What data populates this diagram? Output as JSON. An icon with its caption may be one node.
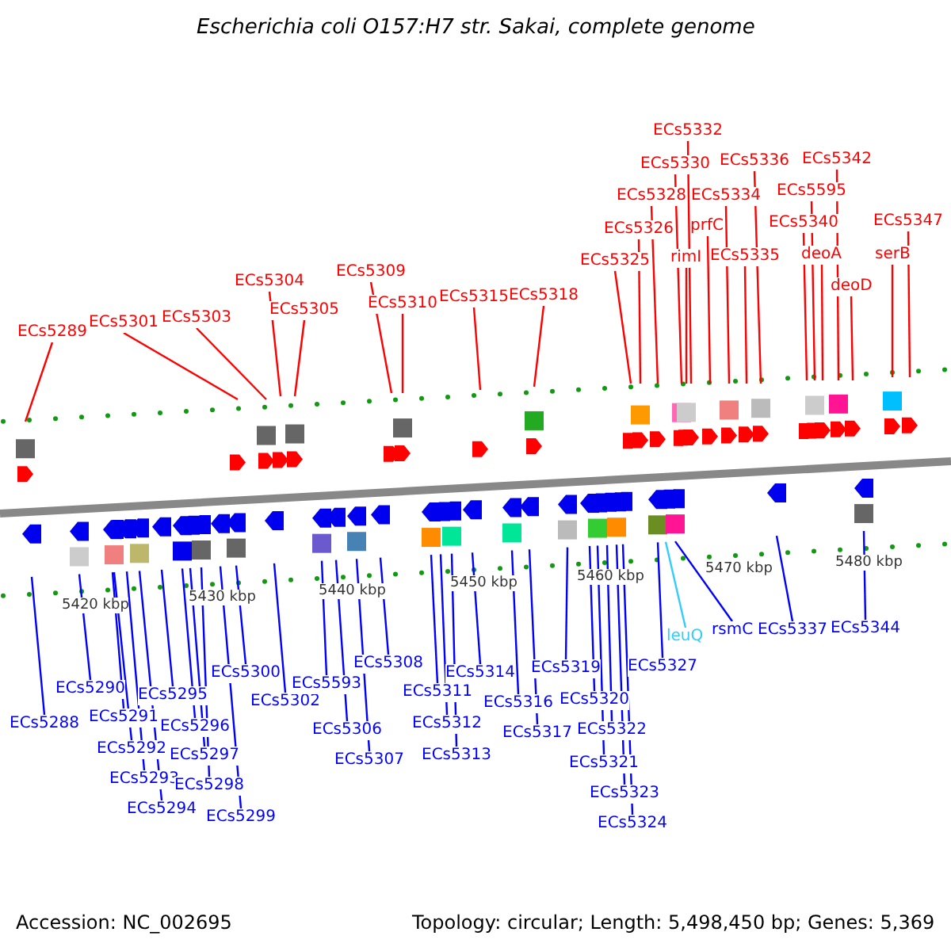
{
  "diagram": {
    "title": "Escherichia coli O157:H7 str. Sakai, complete genome",
    "nodes": [
      {
        "text": [
          "ECs5289"
        ]
      },
      {
        "text": [
          "ECs5301"
        ]
      },
      {
        "text": [
          "ECs5303"
        ]
      },
      {
        "text": [
          "ECs5304"
        ]
      },
      {
        "text": [
          "ECs5305"
        ]
      },
      {
        "text": [
          "ECs5309"
        ]
      },
      {
        "text": [
          "ECs5310"
        ]
      },
      {
        "text": [
          "ECs5315"
        ]
      },
      {
        "text": [
          "ECs5318"
        ]
      },
      {
        "text": [
          "ECs5325"
        ]
      },
      {
        "text": [
          "ECs5326"
        ]
      },
      {
        "text": [
          "ECs5328"
        ]
      },
      {
        "text": [
          "ECs5330"
        ]
      },
      {
        "text": [
          "ECs5332"
        ]
      },
      {
        "text": [
          "rimI"
        ]
      },
      {
        "text": [
          "prfC"
        ]
      },
      {
        "text": [
          "ECs5334"
        ]
      },
      {
        "text": [
          "ECs5335"
        ]
      },
      {
        "text": [
          "ECs5336"
        ]
      },
      {
        "text": [
          "ECs5340"
        ]
      },
      {
        "text": [
          "ECs5595"
        ]
      },
      {
        "text": [
          "deoA"
        ]
      },
      {
        "text": [
          "ECs5342"
        ]
      },
      {
        "text": [
          "deoD"
        ]
      },
      {
        "text": [
          "serB"
        ]
      },
      {
        "text": [
          "ECs5347"
        ]
      },
      {
        "text": [
          "ECs5288"
        ]
      },
      {
        "text": [
          "ECs5290"
        ]
      },
      {
        "text": [
          "ECs5291"
        ]
      },
      {
        "text": [
          "ECs5292"
        ]
      },
      {
        "text": [
          "ECs5293"
        ]
      },
      {
        "text": [
          "ECs5294"
        ]
      },
      {
        "text": [
          "ECs5295"
        ]
      },
      {
        "text": [
          "ECs5296"
        ]
      },
      {
        "text": [
          "ECs5297"
        ]
      },
      {
        "text": [
          "ECs5298"
        ]
      },
      {
        "text": [
          "ECs5299"
        ]
      },
      {
        "text": [
          "ECs5300"
        ]
      },
      {
        "text": [
          "ECs5302"
        ]
      },
      {
        "text": [
          "ECs5593"
        ]
      },
      {
        "text": [
          "ECs5306"
        ]
      },
      {
        "text": [
          "ECs5307"
        ]
      },
      {
        "text": [
          "ECs5308"
        ]
      },
      {
        "text": [
          "ECs5311"
        ]
      },
      {
        "text": [
          "ECs5312"
        ]
      },
      {
        "text": [
          "ECs5313"
        ]
      },
      {
        "text": [
          "ECs5314"
        ]
      },
      {
        "text": [
          "ECs5316"
        ]
      },
      {
        "text": [
          "ECs5317"
        ]
      },
      {
        "text": [
          "ECs5319"
        ]
      },
      {
        "text": [
          "ECs5320"
        ]
      },
      {
        "text": [
          "ECs5321"
        ]
      },
      {
        "text": [
          "ECs5322"
        ]
      },
      {
        "text": [
          "ECs5323"
        ]
      },
      {
        "text": [
          "ECs5324"
        ]
      },
      {
        "text": [
          "ECs5327"
        ]
      },
      {
        "text": [
          "leuQ"
        ]
      },
      {
        "text": [
          "rsmC"
        ]
      },
      {
        "text": [
          "ECs5337"
        ]
      },
      {
        "text": [
          "ECs5344"
        ]
      }
    ],
    "edges": [
      {
        "from": 0,
        "to": null,
        "arrow": "none",
        "color": "#ff0000"
      },
      {
        "from": 1,
        "to": null,
        "arrow": "none",
        "color": "#ff0000"
      },
      {
        "from": 2,
        "to": null,
        "arrow": "none",
        "color": "#ff0000"
      },
      {
        "from": 3,
        "to": null,
        "arrow": "none",
        "color": "#ff0000"
      },
      {
        "from": 4,
        "to": null,
        "arrow": "none",
        "color": "#ff0000"
      },
      {
        "from": 5,
        "to": null,
        "arrow": "none",
        "color": "#ff0000"
      },
      {
        "from": 6,
        "to": null,
        "arrow": "none",
        "color": "#ff0000"
      },
      {
        "from": 7,
        "to": null,
        "arrow": "none",
        "color": "#ff0000"
      },
      {
        "from": 8,
        "to": null,
        "arrow": "none",
        "color": "#ff0000"
      },
      {
        "from": 9,
        "to": null,
        "arrow": "none",
        "color": "#ff0000"
      },
      {
        "from": 10,
        "to": null,
        "arrow": "none",
        "color": "#ff0000"
      },
      {
        "from": 11,
        "to": null,
        "arrow": "none",
        "color": "#ff0000"
      },
      {
        "from": 12,
        "to": null,
        "arrow": "none",
        "color": "#ff0000"
      },
      {
        "from": 13,
        "to": null,
        "arrow": "none",
        "color": "#ff0000"
      },
      {
        "from": 14,
        "to": null,
        "arrow": "none",
        "color": "#ff0000"
      },
      {
        "from": 15,
        "to": null,
        "arrow": "none",
        "color": "#ff0000"
      },
      {
        "from": 16,
        "to": null,
        "arrow": "none",
        "color": "#ff0000"
      },
      {
        "from": 17,
        "to": null,
        "arrow": "none",
        "color": "#ff0000"
      },
      {
        "from": 18,
        "to": null,
        "arrow": "none",
        "color": "#ff0000"
      },
      {
        "from": 19,
        "to": null,
        "arrow": "none",
        "color": "#ff0000"
      },
      {
        "from": 20,
        "to": null,
        "arrow": "none",
        "color": "#ff0000"
      },
      {
        "from": 21,
        "to": null,
        "arrow": "none",
        "color": "#ff0000"
      },
      {
        "from": 22,
        "to": null,
        "arrow": "none",
        "color": "#ff0000"
      },
      {
        "from": 23,
        "to": null,
        "arrow": "none",
        "color": "#ff0000"
      },
      {
        "from": 24,
        "to": null,
        "arrow": "none",
        "color": "#ff0000"
      },
      {
        "from": 25,
        "to": null,
        "arrow": "none",
        "color": "#ff0000"
      },
      {
        "from": 26,
        "to": null,
        "arrow": "none"
      },
      {
        "from": 27,
        "to": null,
        "arrow": "none"
      },
      {
        "from": 28,
        "to": null,
        "arrow": "none"
      },
      {
        "from": 29,
        "to": null,
        "arrow": "none"
      },
      {
        "from": 30,
        "to": null,
        "arrow": "none"
      },
      {
        "from": 31,
        "to": null,
        "arrow": "none"
      },
      {
        "from": 32,
        "to": null,
        "arrow": "none"
      },
      {
        "from": 33,
        "to": null,
        "arrow": "none"
      },
      {
        "from": 34,
        "to": null,
        "arrow": "none"
      },
      {
        "from": 35,
        "to": null,
        "arrow": "none"
      },
      {
        "from": 36,
        "to": null,
        "arrow": "none"
      },
      {
        "from": 37,
        "to": null,
        "arrow": "none"
      },
      {
        "from": 38,
        "to": null,
        "arrow": "none"
      },
      {
        "from": 39,
        "to": null,
        "arrow": "none"
      },
      {
        "from": 40,
        "to": null,
        "arrow": "none"
      },
      {
        "from": 41,
        "to": null,
        "arrow": "none"
      },
      {
        "from": 42,
        "to": null,
        "arrow": "none"
      },
      {
        "from": 43,
        "to": null,
        "arrow": "none"
      },
      {
        "from": 44,
        "to": null,
        "arrow": "none"
      },
      {
        "from": 45,
        "to": null,
        "arrow": "none"
      },
      {
        "from": 46,
        "to": null,
        "arrow": "none"
      },
      {
        "from": 47,
        "to": null,
        "arrow": "none"
      },
      {
        "from": 48,
        "to": null,
        "arrow": "none"
      },
      {
        "from": 49,
        "to": null,
        "arrow": "none"
      },
      {
        "from": 50,
        "to": null,
        "arrow": "none"
      },
      {
        "from": 51,
        "to": null,
        "arrow": "none"
      },
      {
        "from": 52,
        "to": null,
        "arrow": "none"
      },
      {
        "from": 53,
        "to": null,
        "arrow": "none"
      },
      {
        "from": 54,
        "to": null,
        "arrow": "none"
      },
      {
        "from": 55,
        "to": null,
        "arrow": "none"
      },
      {
        "from": 56,
        "to": null,
        "arrow": "none",
        "color": "#33ccff"
      },
      {
        "from": 57,
        "to": null,
        "arrow": "none"
      },
      {
        "from": 58,
        "to": null,
        "arrow": "none"
      },
      {
        "from": 59,
        "to": null,
        "arrow": "none"
      }
    ],
    "labels": [
      "5420 kbp",
      "5430 kbp",
      "5440 kbp",
      "5450 kbp",
      "5460 kbp",
      "5470 kbp",
      "5480 kbp",
      "Accession: NC_002695",
      "Topology: circular; Length: 5,498,450 bp; Genes: 5,369"
    ]
  }
}
